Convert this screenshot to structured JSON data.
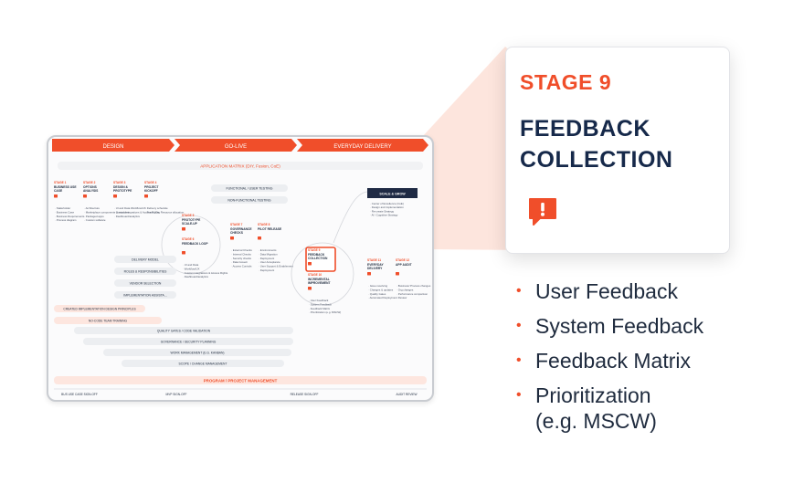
{
  "diagram": {
    "phases": [
      "DESIGN",
      "GO-LIVE",
      "EVERYDAY DELIVERY"
    ],
    "application_matrix": "APPLICATION MATRIX (DIY, Fusion, CoE)",
    "stages": [
      {
        "tag": "STAGE 1",
        "name": "BUSINESS USE CASE",
        "bullets": [
          "Stakeholder",
          "Business Case",
          "Business Requirements",
          "Process diagram"
        ]
      },
      {
        "tag": "STAGE 2",
        "name": "OPTIONS ANALYSIS",
        "bullets": [
          "Architecture",
          "Marketplace components or modules",
          "Packaged apps",
          "Custom software"
        ]
      },
      {
        "tag": "STAGE 3",
        "name": "DESIGN & PROTOTYPE",
        "bullets": [
          "UI and Data Workflow/UX",
          "Custom integrations & Access Rights",
          "Dashboard/analytics"
        ]
      },
      {
        "tag": "STAGE 4",
        "name": "PROJECT KICKOFF",
        "bullets": [
          "Delivery schedule",
          "Team / Org Resource allocation"
        ]
      },
      {
        "tag": "STAGE 5",
        "name": "PROTOTYPE SCALE-UP",
        "bullets": []
      },
      {
        "tag": "STAGE 6",
        "name": "FEEDBACK LOOP",
        "bullets": [
          "UI and Data",
          "Workflow/UX",
          "Custom integrations & Access Rights",
          "Dashboard/analytics"
        ]
      },
      {
        "tag": "STAGE 7",
        "name": "GOVERNANCE CHECKS",
        "bullets": [
          "External Checks",
          "Internal Checks",
          "Security checks",
          "Data Govern",
          "Access Controls"
        ]
      },
      {
        "tag": "STAGE 8",
        "name": "PILOT RELEASE",
        "bullets": [
          "Environments",
          "Data Migration",
          "Deployment",
          "User Acceptance",
          "User Support & Enablement",
          "Deployment"
        ]
      },
      {
        "tag": "STAGE 9",
        "name": "FEEDBACK COLLECTION",
        "bullets": []
      },
      {
        "tag": "STAGE 10",
        "name": "INCREMENTAL IMPROVEMENT",
        "bullets": [
          "User Feedback",
          "System Feedback",
          "Feedback Matrix",
          "Prioritization (e.g. MSCW)"
        ]
      },
      {
        "tag": "STAGE 11",
        "name": "EVERYDAY DELIVERY",
        "bullets": [
          "Issue resolving",
          "Changes & updates",
          "Quality Gates",
          "Automated Deployment"
        ]
      },
      {
        "tag": "STAGE 12",
        "name": "APP AUDIT",
        "bullets": [
          "Business/ Process changes",
          "Org changes",
          "Performance comparison",
          "Review"
        ]
      }
    ],
    "testing": [
      "FUNCTIONAL / USER TESTING",
      "NON-FUNCTIONAL TESTING"
    ],
    "scale": {
      "title": "SCALE & GROW",
      "bullets": [
        "Center of Excellence (CoE)",
        "Design and implementation",
        "Re-create Strategy",
        "AI / Cognitive Strategy"
      ]
    },
    "delivery_pills": [
      "DELIVERY MODEL",
      "ROLES & RESPONSIBILITIES",
      "VENDOR SELECTION",
      "IMPLEMENTATION ASSISTA..."
    ],
    "bars": [
      "CREATED IMPLEMENTATION DESIGN PRINCIPLES",
      "NO-CODE TEAM TRAINING",
      "QUALITY GATES / CODE VALIDATION",
      "GOVERNANCE / SECURITY PLANNING",
      "WORK MANAGEMENT (E.G. KANBAN)",
      "SCOPE / CHANGE MANAGEMENT"
    ],
    "program": "PROGRAM / PROJECT MANAGEMENT",
    "signoffs": [
      "BUS USE CASE SIGN-OFF",
      "MVP SIGN-OFF",
      "RELEASE SIGN-OFF",
      "AUDIT REVIEW"
    ]
  },
  "card": {
    "stage_label": "STAGE 9",
    "title": "FEEDBACK COLLECTION",
    "icon": "feedback-alert-icon"
  },
  "features": {
    "item1": "User Feedback",
    "item2": "System Feedback",
    "item3": "Feedback Matrix",
    "item4_line1": "Prioritization",
    "item4_line2": "(e.g. MSCW)"
  },
  "colors": {
    "accent": "#f04e2a",
    "title_navy": "#16294a",
    "text_dark": "#1f2b3e",
    "frame_border": "#c9ccd1",
    "beam": "#fde0d8",
    "scale_box": "#1f2a44"
  }
}
